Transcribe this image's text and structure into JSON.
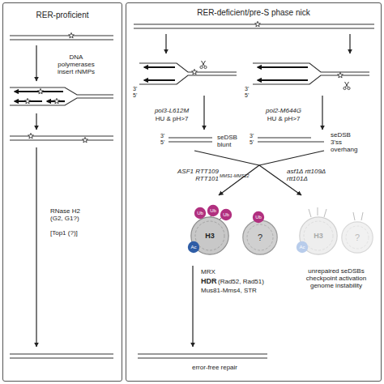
{
  "diagram": {
    "nodes": [
      {
        "text": [
          "RER-proficient"
        ]
      },
      {
        "text": [
          "RER-deficient/pre-S phase nick"
        ]
      },
      {
        "text": [
          "H3"
        ],
        "in": 1
      },
      {
        "text": [
          "Ub"
        ],
        "in": 1
      },
      {
        "text": [
          "Ub"
        ],
        "in": 1
      },
      {
        "text": [
          "Ub"
        ],
        "in": 1
      },
      {
        "text": [
          "Ac"
        ],
        "in": 1
      },
      {
        "text": [
          "?"
        ],
        "in": 1
      },
      {
        "text": [
          "Ub"
        ],
        "in": 1
      },
      {
        "text": [
          "H3"
        ],
        "in": 1
      },
      {
        "text": [
          "Ac"
        ],
        "in": 1
      },
      {
        "text": [
          "?"
        ],
        "in": 1
      }
    ],
    "labels": [
      "DNA polymerases insert rNMPs",
      "RNase H2 (G2, G1?)",
      "[Top1 (?)]",
      "3'",
      "5'",
      "3'",
      "5'",
      "pol3-L612M",
      "HU & pH>7",
      "pol2-M644G",
      "HU & pH>7",
      "3'",
      "5'",
      "seDSB blunt",
      "3'",
      "5'",
      "seDSB 3'ss overhang",
      "ASF1 RTT109 RTT101",
      "MMS1-MMS22",
      "asf1Δ rtt109Δ rtt101Δ",
      "MRX",
      "HDR",
      "(Rad52, Rad51)",
      "Mus81-Mms4, STR",
      "unrepaired seDSBs checkpoint activation genome instability",
      "error-free repair"
    ]
  }
}
